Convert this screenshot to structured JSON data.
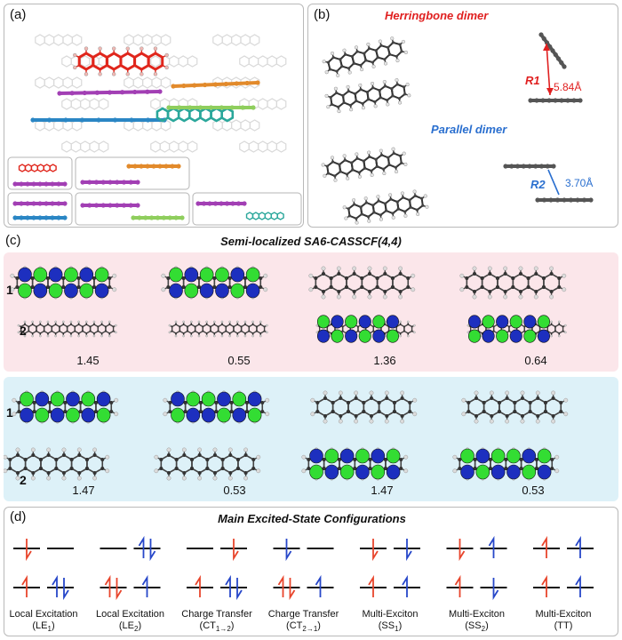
{
  "panel_a": {
    "label": "(a)"
  },
  "panel_b": {
    "label": "(b)",
    "herringbone_title": "Herringbone dimer",
    "parallel_title": "Parallel dimer",
    "r1_label": "R1",
    "r1_value": "5.84Å",
    "r2_label": "R2",
    "r2_value": "3.70Å"
  },
  "panel_c": {
    "label": "(c)",
    "title": "Semi-localized SA6-CASSCF(4,4)",
    "molecule_labels": [
      "1",
      "2"
    ],
    "top_row_values": [
      "1.45",
      "0.55",
      "1.36",
      "0.64"
    ],
    "bottom_row_values": [
      "1.47",
      "0.53",
      "1.47",
      "0.53"
    ]
  },
  "panel_d": {
    "label": "(d)",
    "title": "Main Excited-State Configurations",
    "configs": [
      {
        "name": "Local Excitation",
        "sub_main": "LE",
        "sub_idx": "1"
      },
      {
        "name": "Local Excitation",
        "sub_main": "LE",
        "sub_idx": "2"
      },
      {
        "name": "Charge Transfer",
        "sub_main": "CT",
        "sub_idx": "1→2"
      },
      {
        "name": "Charge Transfer",
        "sub_main": "CT",
        "sub_idx": "2→1"
      },
      {
        "name": "Multi-Exciton",
        "sub_main": "SS",
        "sub_idx": "1"
      },
      {
        "name": "Multi-Exciton",
        "sub_main": "SS",
        "sub_idx": "2"
      },
      {
        "name": "Multi-Exciton",
        "sub_main": "TT",
        "sub_idx": ""
      }
    ]
  },
  "colors": {
    "red": "#e02020",
    "blue": "#2a5fd6",
    "orbital_blue": "#1d2fbf",
    "orbital_green": "#33dd33",
    "pink_bg": "#fbe6ea",
    "cyan_bg": "#ddf1f8",
    "spin_red": "#e8452c",
    "spin_blue": "#2747c9"
  }
}
